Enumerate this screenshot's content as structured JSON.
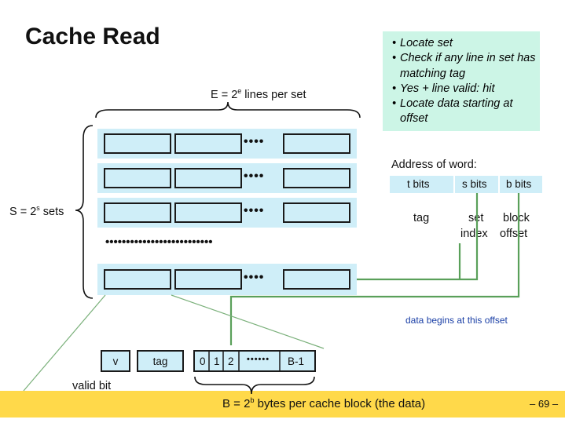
{
  "title": "Cache Read",
  "callout": {
    "items": [
      "Locate set",
      "Check if any line in set has matching tag",
      "Yes + line valid: hit",
      "Locate data starting at offset"
    ]
  },
  "lines_per_set": {
    "prefix": "E = 2",
    "exp": "e",
    "suffix": " lines per set"
  },
  "sets": {
    "prefix": "S = 2",
    "exp": "s",
    "suffix": " sets"
  },
  "address": {
    "heading": "Address of word:",
    "fields": [
      "t bits",
      "s bits",
      "b bits"
    ],
    "labels": {
      "tag": "tag",
      "set_index_1": "set",
      "set_index_2": "index",
      "block_offset_1": "block",
      "block_offset_2": "offset"
    }
  },
  "data_begins": "data begins at this offset",
  "line_detail": {
    "valid": "v",
    "tag": "tag",
    "bytes": [
      "0",
      "1",
      "2"
    ],
    "dots": "••••••",
    "last": "B-1"
  },
  "valid_bit": "valid bit",
  "block_bytes": {
    "prefix": "B = 2",
    "exp": "b",
    "suffix": " bytes per cache block (the data)"
  },
  "page_number": "– 69 –",
  "row_dots": "••••",
  "set_dots": "••••••••••••••••••••••••••",
  "colors": {
    "callout_bg": "#ccf5e6",
    "cell_bg": "#cfeef8",
    "footer": "#ffd94a",
    "line": "#5aa05a"
  }
}
